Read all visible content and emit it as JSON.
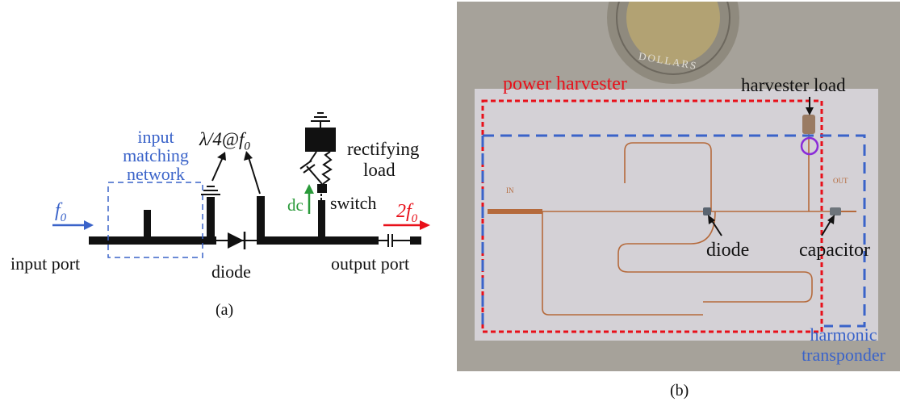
{
  "panel_a": {
    "input_matching_network": [
      "input",
      "matching",
      "network"
    ],
    "f0_label": "f",
    "f0_sub": "0",
    "lambda_label": "λ/4@f",
    "lambda_sub": "0",
    "rectifying_load": [
      "rectifying",
      "load"
    ],
    "dc_label": "dc",
    "switch_label": "switch",
    "harmonic_label": "2f",
    "harmonic_sub": "0",
    "input_port": "input port",
    "diode": "diode",
    "output_port": "output port",
    "caption": "(a)"
  },
  "panel_b": {
    "power_harvester": "power harvester",
    "harvester_load": "harvester load",
    "pcb_in": "IN",
    "pcb_out": "OUT",
    "coin_text": "DOLLARS",
    "diode": "diode",
    "capacitor": "capacitor",
    "harmonic_transponder": [
      "harmonic",
      "transponder"
    ],
    "caption": "(b)"
  },
  "colors": {
    "blue": "#3a63c9",
    "red": "#e8101a",
    "green": "#2a9a3a",
    "trace": "#111111",
    "pcb_copper": "#b56a3c"
  }
}
